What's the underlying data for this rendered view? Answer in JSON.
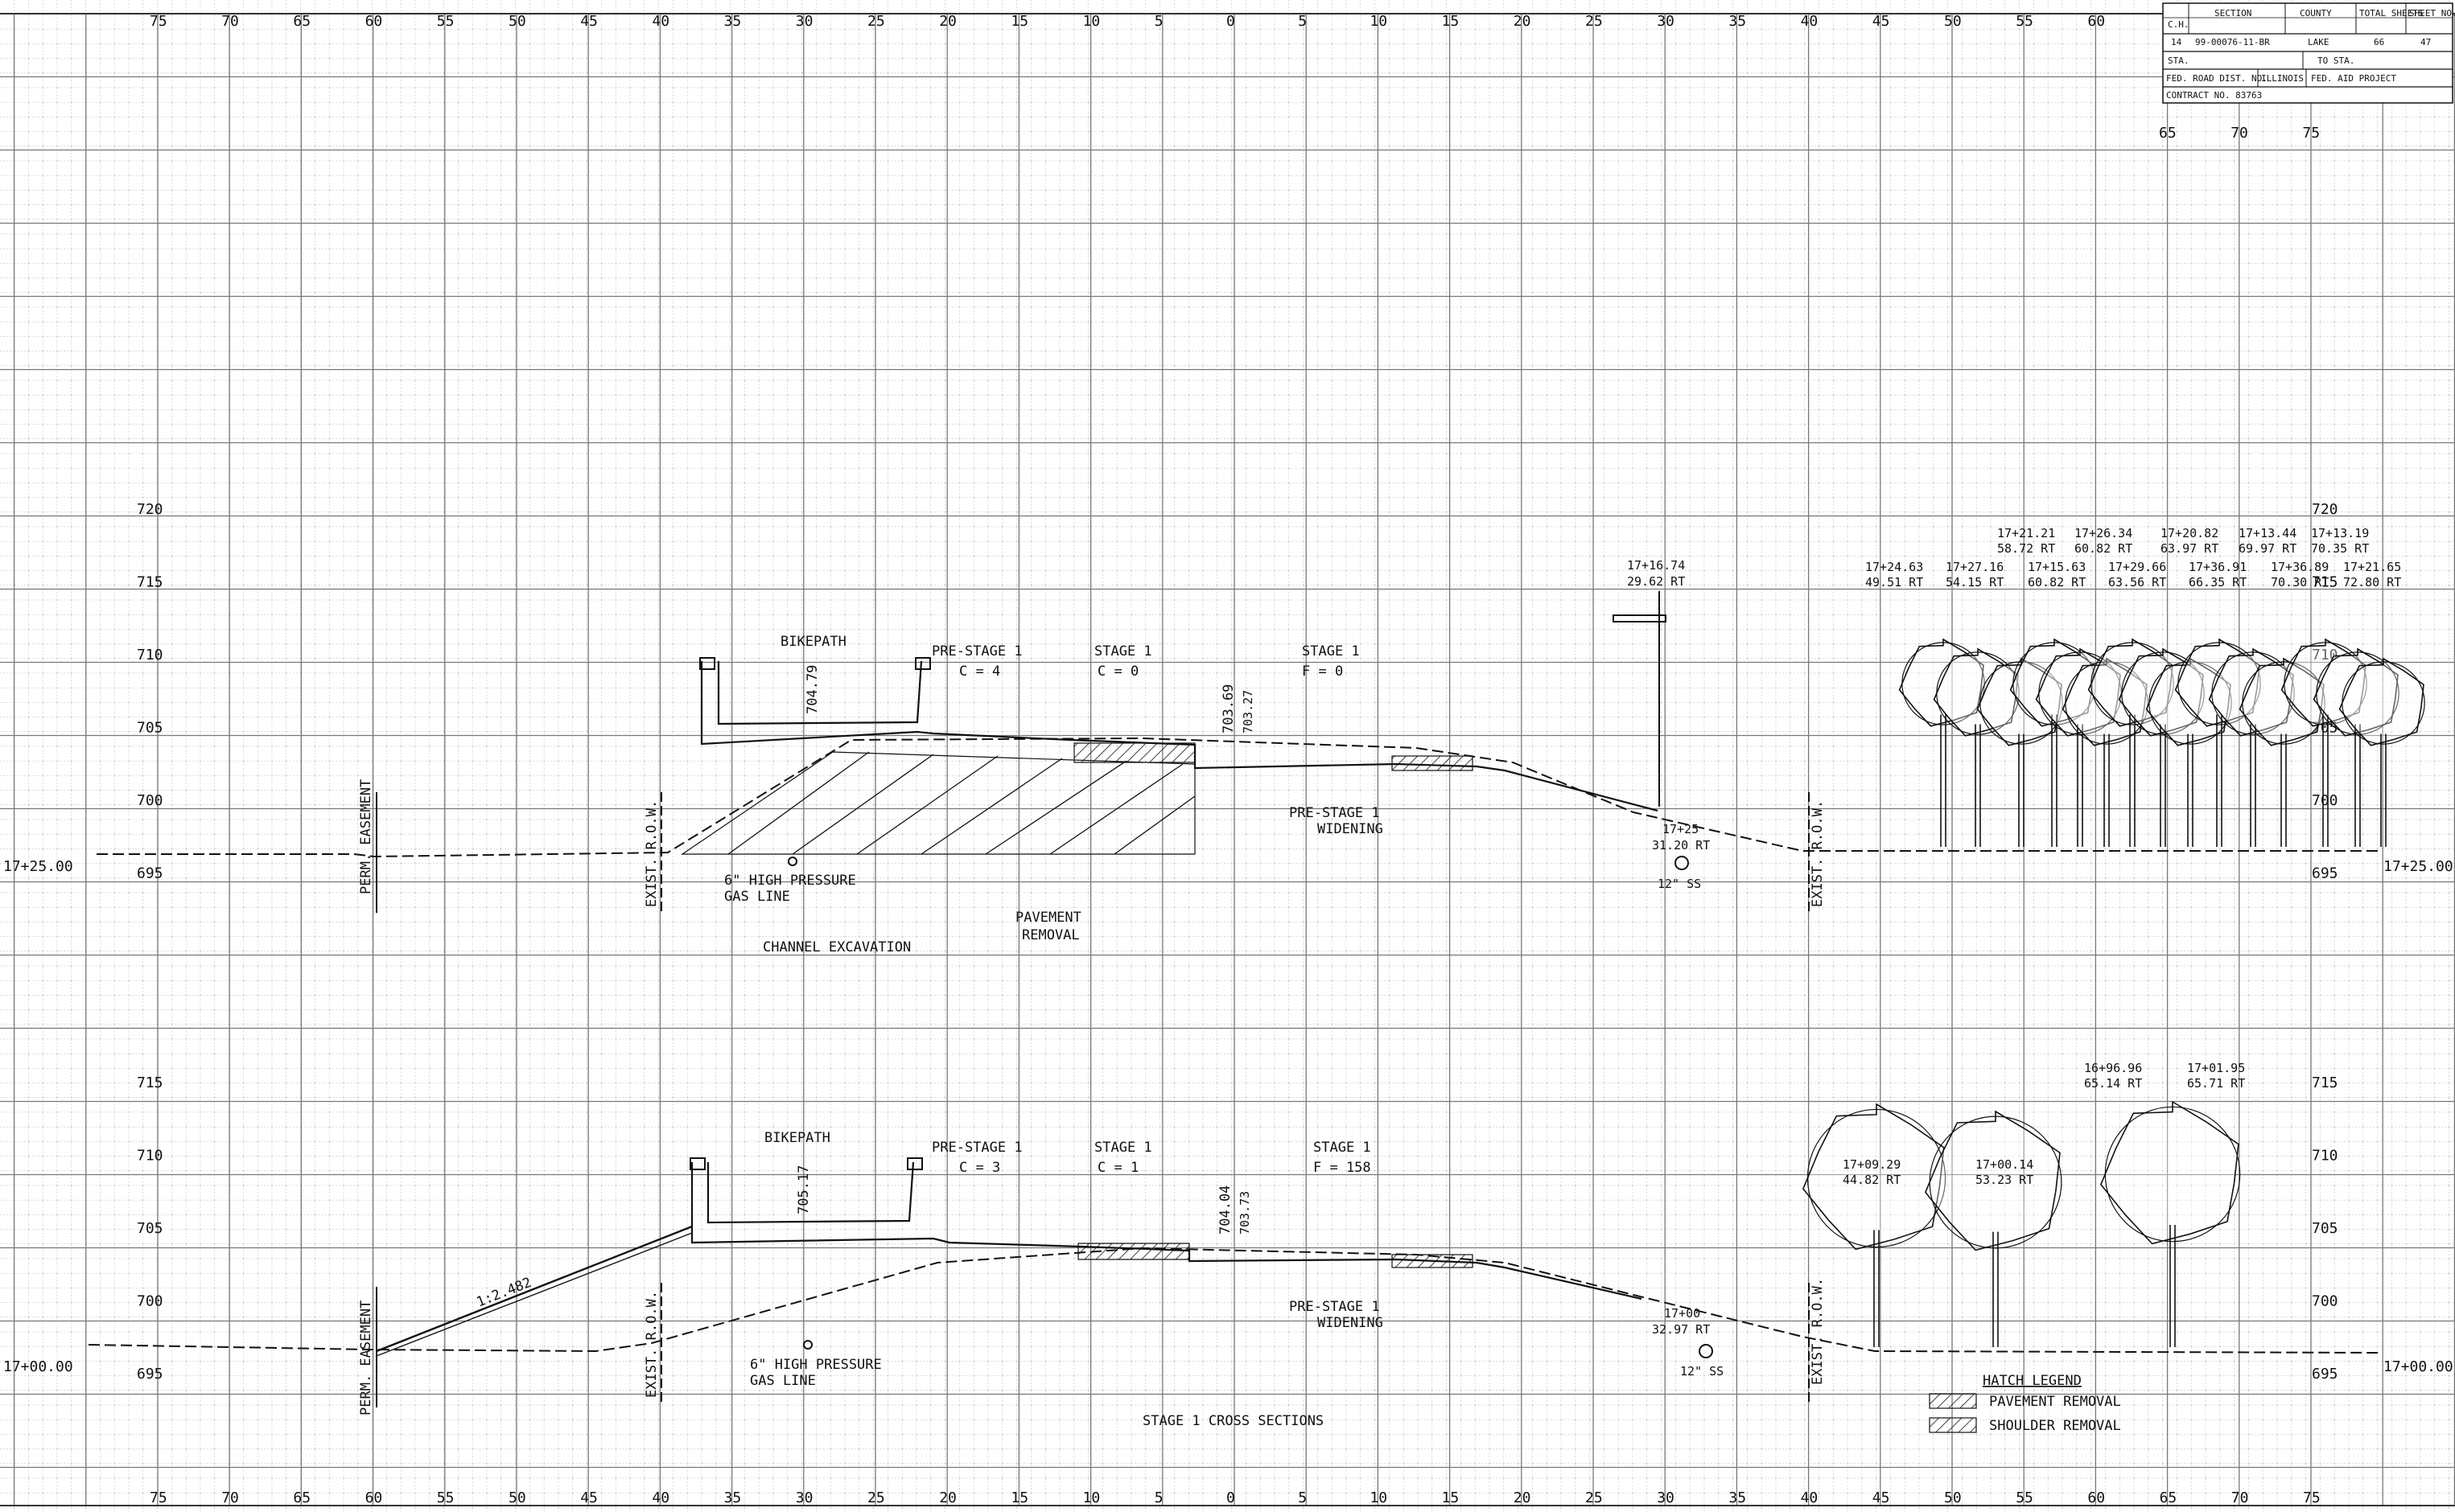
{
  "title_block": {
    "headers": [
      "C.H.",
      "SECTION",
      "COUNTY",
      "TOTAL SHEETS",
      "SHEET NO."
    ],
    "values": [
      "14",
      "99-00076-11-BR",
      "LAKE",
      "66",
      "47"
    ],
    "sta": "STA.",
    "to_sta": "TO STA.",
    "fed_road_dist": "FED. ROAD DIST. NO.",
    "state": "ILLINOIS",
    "fed_aid": "FED. AID PROJECT",
    "contract": "CONTRACT NO. 83763"
  },
  "offset_scale": {
    "top": [
      "75",
      "70",
      "65",
      "60",
      "55",
      "50",
      "45",
      "40",
      "35",
      "30",
      "25",
      "20",
      "15",
      "10",
      "5",
      "0",
      "5",
      "10",
      "15",
      "20",
      "25",
      "30",
      "35",
      "40",
      "45",
      "50",
      "55",
      "60"
    ],
    "top_right": [
      "65",
      "70",
      "75"
    ],
    "bottom": [
      "75",
      "70",
      "65",
      "60",
      "55",
      "50",
      "45",
      "40",
      "35",
      "30",
      "25",
      "20",
      "15",
      "10",
      "5",
      "0",
      "5",
      "10",
      "15",
      "20",
      "25",
      "30",
      "35",
      "40",
      "45",
      "50",
      "55",
      "60",
      "65",
      "70",
      "75"
    ]
  },
  "section1": {
    "station_left": "17+25.00",
    "station_right": "17+25.00",
    "elevations": [
      "720",
      "715",
      "710",
      "705",
      "700",
      "695"
    ],
    "labels": {
      "bikepath": "BIKEPATH",
      "prestage": "PRE-STAGE 1",
      "prestage_c": "C = 4",
      "stage_c": "STAGE 1",
      "stage_c_val": "C = 0",
      "stage_f": "STAGE 1",
      "stage_f_val": "F = 0",
      "elev_path": "704.79",
      "elev_cl": "703.69",
      "elev_cl2": "703.27",
      "perm_easement": "PERM. EASEMENT",
      "exist_row_left": "EXIST. R.O.W.",
      "exist_row_right": "EXIST. R.O.W.",
      "gas_line_1": "6\" HIGH PRESSURE",
      "gas_line_2": "GAS LINE",
      "channel_excavation": "CHANNEL EXCAVATION",
      "pavement_removal_1": "PAVEMENT",
      "pavement_removal_2": "REMOVAL",
      "widening_1": "PRE-STAGE 1",
      "widening_2": "WIDENING",
      "pole_sta": "17+16.74",
      "pole_off": "29.62 RT",
      "sewer_sta": "17+25",
      "sewer_off": "31.20 RT",
      "sewer_size": "12\" SS"
    },
    "trees": [
      {
        "sta": "17+21.21",
        "off": "58.72 RT"
      },
      {
        "sta": "17+26.34",
        "off": "60.82 RT"
      },
      {
        "sta": "17+20.82",
        "off": "63.97 RT"
      },
      {
        "sta": "17+13.44",
        "off": "69.97 RT"
      },
      {
        "sta": "17+13.19",
        "off": "70.35 RT"
      },
      {
        "sta": "17+24.63",
        "off": "49.51 RT"
      },
      {
        "sta": "17+27.16",
        "off": "54.15 RT"
      },
      {
        "sta": "17+15.63",
        "off": "60.82 RT"
      },
      {
        "sta": "17+29.66",
        "off": "63.56 RT"
      },
      {
        "sta": "17+36.91",
        "off": "66.35 RT"
      },
      {
        "sta": "17+36.89",
        "off": "70.30 RT"
      },
      {
        "sta": "17+21.65",
        "off": "72.80 RT"
      }
    ]
  },
  "section2": {
    "station_left": "17+00.00",
    "station_right": "17+00.00",
    "elevations": [
      "715",
      "710",
      "705",
      "700",
      "695"
    ],
    "labels": {
      "bikepath": "BIKEPATH",
      "prestage": "PRE-STAGE 1",
      "prestage_c": "C = 3",
      "stage_c": "STAGE 1",
      "stage_c_val": "C = 1",
      "stage_f": "STAGE 1",
      "stage_f_val": "F = 158",
      "elev_path": "705.17",
      "elev_cl": "704.04",
      "elev_cl2": "703.73",
      "slope": "1:2.482",
      "perm_easement": "PERM. EASEMENT",
      "exist_row_left": "EXIST. R.O.W.",
      "exist_row_right": "EXIST. R.O.W.",
      "gas_line_1": "6\" HIGH PRESSURE",
      "gas_line_2": "GAS LINE",
      "widening_1": "PRE-STAGE 1",
      "widening_2": "WIDENING",
      "sewer_sta": "17+00",
      "sewer_off": "32.97 RT",
      "sewer_size": "12\" SS"
    },
    "trees": [
      {
        "sta": "17+09.29",
        "off": "44.82 RT"
      },
      {
        "sta": "17+00.14",
        "off": "53.23 RT"
      },
      {
        "sta": "16+96.96",
        "off": "65.14 RT"
      },
      {
        "sta": "17+01.95",
        "off": "65.71 RT"
      }
    ]
  },
  "sheet_title": "STAGE 1 CROSS SECTIONS",
  "hatch_legend": {
    "title": "HATCH LEGEND",
    "pavement_removal": "PAVEMENT REMOVAL",
    "shoulder_removal": "SHOULDER REMOVAL"
  }
}
